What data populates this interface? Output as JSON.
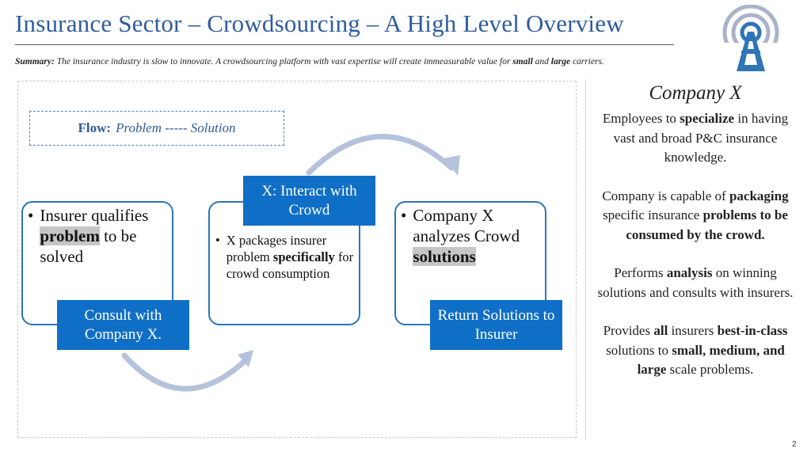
{
  "header": {
    "title": "Insurance Sector – Crowdsourcing – A High Level Overview",
    "summary_label": "Summary:",
    "summary_text_1": "The insurance industry is slow to innovate.  A crowdsourcing platform with vast expertise will create immeasurable value for ",
    "summary_bold_1": "small",
    "summary_text_2": " and ",
    "summary_bold_2": "large",
    "summary_text_3": " carriers."
  },
  "logo": {
    "icon": "broadcast-tower-icon",
    "color_outer": "#aab4c7",
    "color_inner": "#2e75b6"
  },
  "flow": {
    "label": "Flow:",
    "value": "Problem ----- Solution"
  },
  "steps": [
    {
      "bullet": "•",
      "text_1": "Insurer qualifies ",
      "highlight": "problem",
      "text_2": " to be solved",
      "label": "Consult with Company X."
    },
    {
      "bullet": "•",
      "text_1": "X packages insurer problem ",
      "bold": "specifically",
      "text_2": " for crowd consumption",
      "label": "X: Interact with Crowd"
    },
    {
      "bullet": "•",
      "text_1": "Company X analyzes Crowd ",
      "highlight": "solutions",
      "label": "Return Solutions to Insurer"
    }
  ],
  "side": {
    "title": "Company X",
    "p1": {
      "a": "Employees to ",
      "b": "specialize",
      "c": " in having vast and broad P&C insurance knowledge."
    },
    "p2": {
      "a": "Company is capable of ",
      "b": "packaging",
      "c": " specific insurance ",
      "d": "problems to be consumed by the crowd."
    },
    "p3": {
      "a": "Performs ",
      "b": "analysis",
      "c": " on winning solutions and consults with insurers."
    },
    "p4": {
      "a": "Provides ",
      "b": "all",
      "c": " insurers ",
      "d": "best-in-class",
      "e": " solutions to ",
      "f": "small, medium, and large",
      "g": " scale problems."
    }
  },
  "colors": {
    "title": "#2e5c9e",
    "accent": "#0f6fc6",
    "card_border": "#2e75b6",
    "arrow": "#b4c3db"
  },
  "page_number": "2"
}
